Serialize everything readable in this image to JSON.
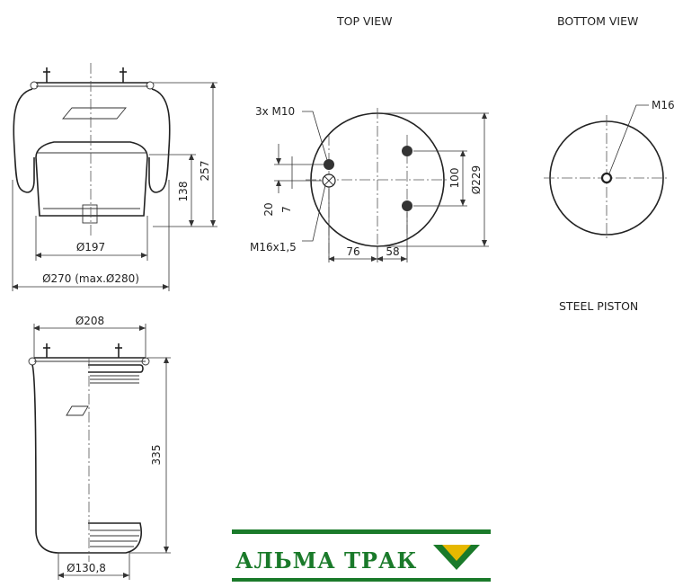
{
  "views": {
    "top_view_title": "TOP VIEW",
    "bottom_view_title": "BOTTOM VIEW",
    "steel_piston_title": "STEEL PISTON"
  },
  "side_view": {
    "height_total": "257",
    "height_piston": "138",
    "diam_piston": "Ø197",
    "diam_bellow": "Ø270 (max.Ø280)"
  },
  "top_view": {
    "thread_holes": "3x M10",
    "center_thread": "M16x1,5",
    "dim_20": "20",
    "dim_7": "7",
    "dim_76": "76",
    "dim_58": "58",
    "dim_100": "100",
    "diameter": "Ø229"
  },
  "bottom_view": {
    "thread": "M16"
  },
  "sleeve_view": {
    "diam_top": "Ø208",
    "height": "335",
    "diam_bottom": "Ø130,8"
  },
  "logo": {
    "text": "АЛЬМА ТРАК",
    "colors": {
      "green": "#1a7a2a",
      "yellow": "#e6b800"
    }
  }
}
